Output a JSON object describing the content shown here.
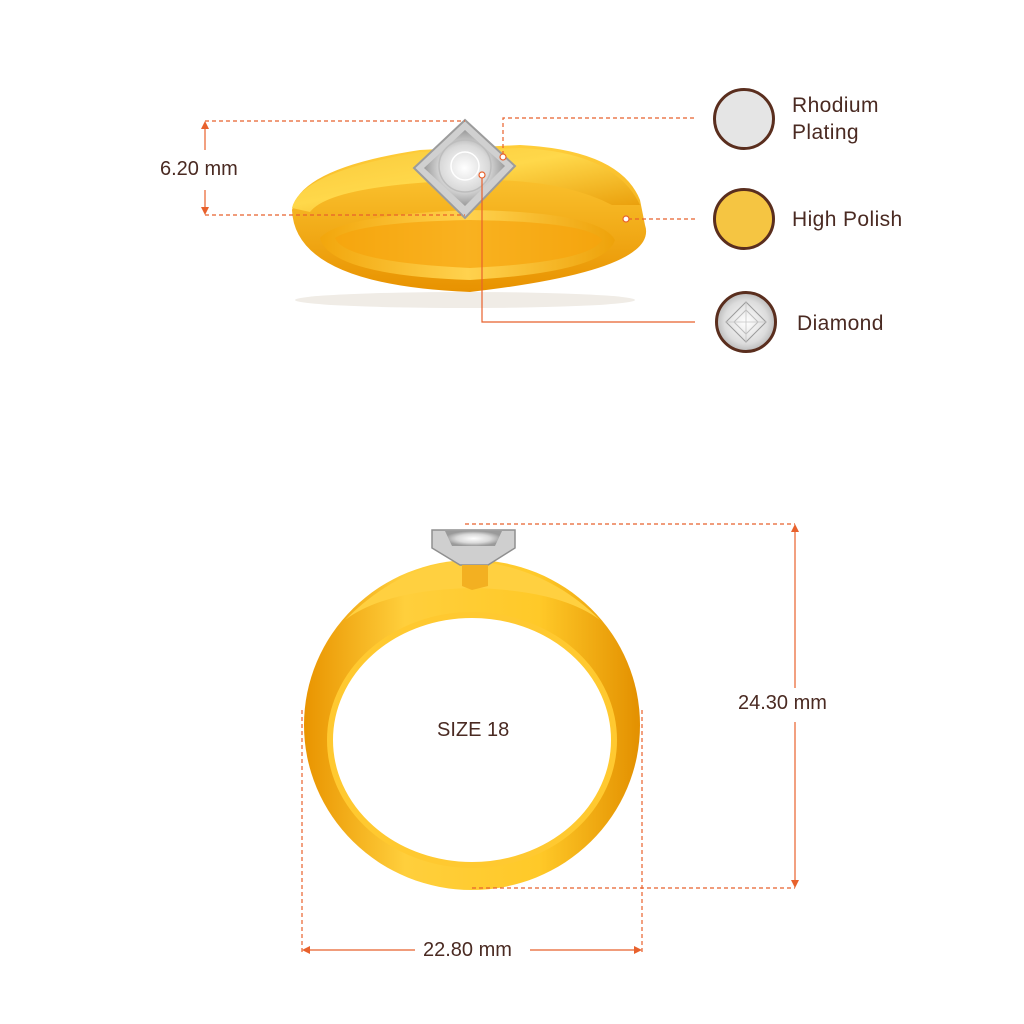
{
  "colors": {
    "dimension_line": "#e8612c",
    "text": "#4a2a22",
    "gold": "#f5b81c",
    "gold_dark": "#d88a00",
    "rhodium": "#e5e5e5",
    "swatch_border": "#5a2e1e"
  },
  "dimensions": {
    "height_top": "6.20 mm",
    "ring_height": "24.30 mm",
    "ring_width": "22.80 mm",
    "size": "SIZE 18"
  },
  "legend": [
    {
      "lines": [
        "Rhodium",
        "Plating"
      ],
      "swatch": "rhodium"
    },
    {
      "lines": [
        "High Polish"
      ],
      "swatch": "gold"
    },
    {
      "lines": [
        "Diamond"
      ],
      "swatch": "diamond"
    }
  ]
}
